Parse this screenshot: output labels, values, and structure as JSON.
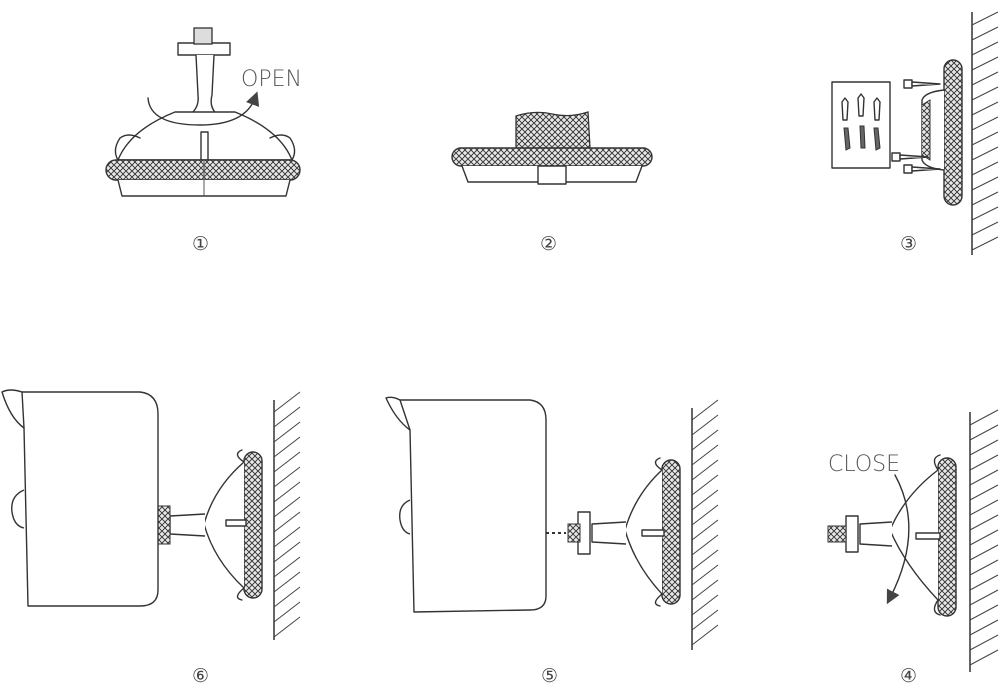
{
  "steps": [
    {
      "label": "①",
      "annotation": "OPEN"
    },
    {
      "label": "②",
      "annotation": ""
    },
    {
      "label": "③",
      "annotation": ""
    },
    {
      "label": "④",
      "annotation": "CLOSE"
    },
    {
      "label": "⑤",
      "annotation": ""
    },
    {
      "label": "⑥",
      "annotation": ""
    }
  ]
}
